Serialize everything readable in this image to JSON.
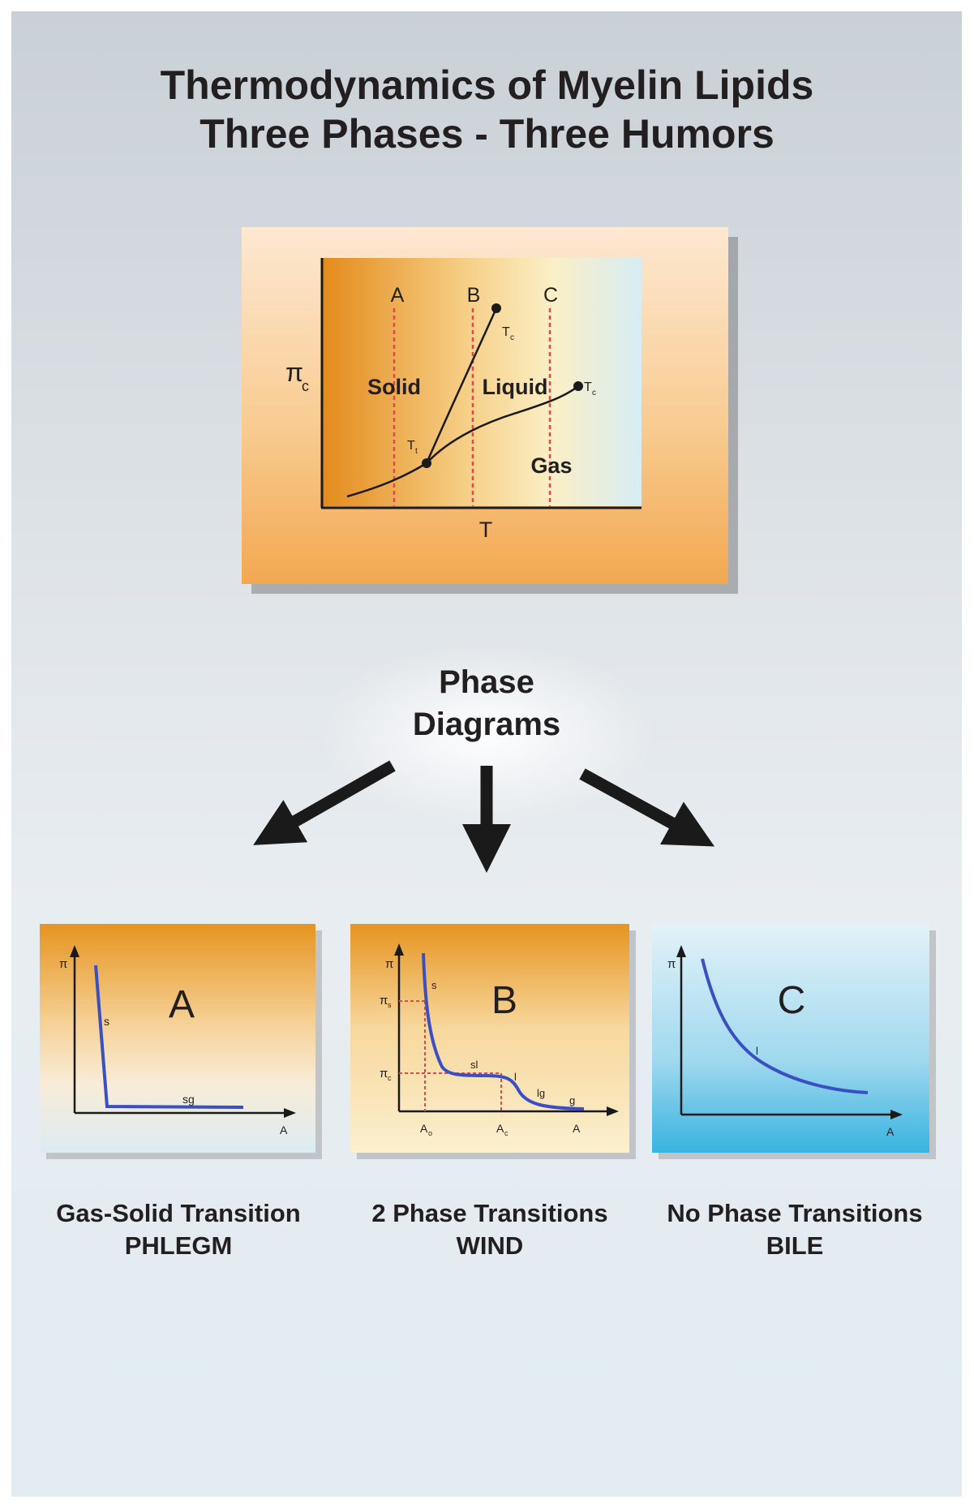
{
  "title": {
    "line1": "Thermodynamics of Myelin Lipids",
    "line2": "Three Phases - Three Humors"
  },
  "main_diagram": {
    "y_axis_label": "π",
    "y_axis_sub": "c",
    "x_axis_label": "T",
    "vertical_lines": [
      "A",
      "B",
      "C"
    ],
    "regions": {
      "solid": "Solid",
      "liquid": "Liquid",
      "gas": "Gas"
    },
    "triple_point": {
      "label": "T",
      "sub": "t"
    },
    "critical_point_1": {
      "label": "T",
      "sub": "c"
    },
    "critical_point_2": {
      "label": "T",
      "sub": "c"
    }
  },
  "hub_label": {
    "line1": "Phase",
    "line2": "Diagrams"
  },
  "panels": [
    {
      "letter": "A",
      "y_axis": "π",
      "x_axis": "A",
      "curve_labels": [
        "s",
        "sg"
      ],
      "caption_line1": "Gas-Solid Transition",
      "caption_line2": "PHLEGM"
    },
    {
      "letter": "B",
      "y_axis": "π",
      "x_axis": "A",
      "curve_labels": [
        "s",
        "sl",
        "l",
        "lg",
        "g"
      ],
      "pressure_marks": [
        {
          "label": "π",
          "sub": "s"
        },
        {
          "label": "π",
          "sub": "c"
        }
      ],
      "area_marks": [
        {
          "label": "A",
          "sub": "o"
        },
        {
          "label": "A",
          "sub": "c"
        }
      ],
      "caption_line1": "2 Phase Transitions",
      "caption_line2": "WIND"
    },
    {
      "letter": "C",
      "y_axis": "π",
      "x_axis": "A",
      "curve_labels": [
        "l"
      ],
      "caption_line1": "No Phase Transitions",
      "caption_line2": "BILE"
    }
  ],
  "colors": {
    "orange": "#e48a1c",
    "pale_yellow": "#fbecc0",
    "light_blue": "#d8eef6",
    "cyan": "#39b4e0",
    "curve_blue": "#3b4fc4",
    "dashed_red": "#e0474f"
  }
}
